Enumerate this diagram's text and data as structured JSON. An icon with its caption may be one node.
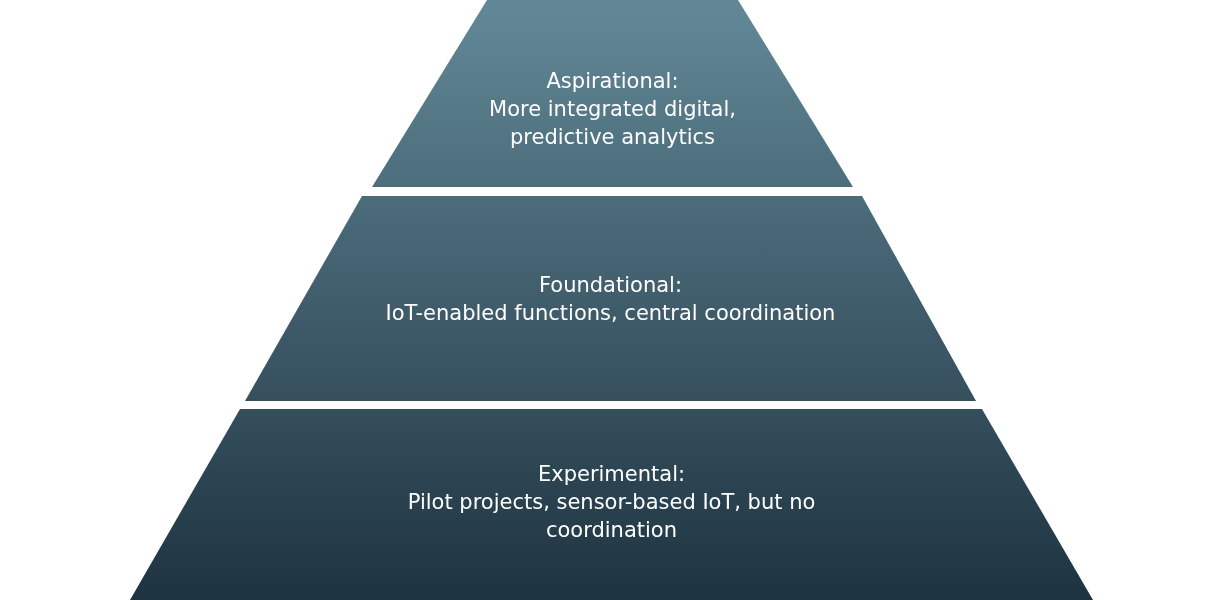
{
  "diagram": {
    "nodes": [
      {
        "text": [
          "Aspirational:",
          "More integrated digital, predictive analytics"
        ]
      },
      {
        "text": [
          "Foundational:",
          "IoT-enabled functions, central coordination"
        ]
      },
      {
        "text": [
          "Experimental:",
          "Pilot projects, sensor-based IoT, but no coordination"
        ]
      }
    ]
  }
}
